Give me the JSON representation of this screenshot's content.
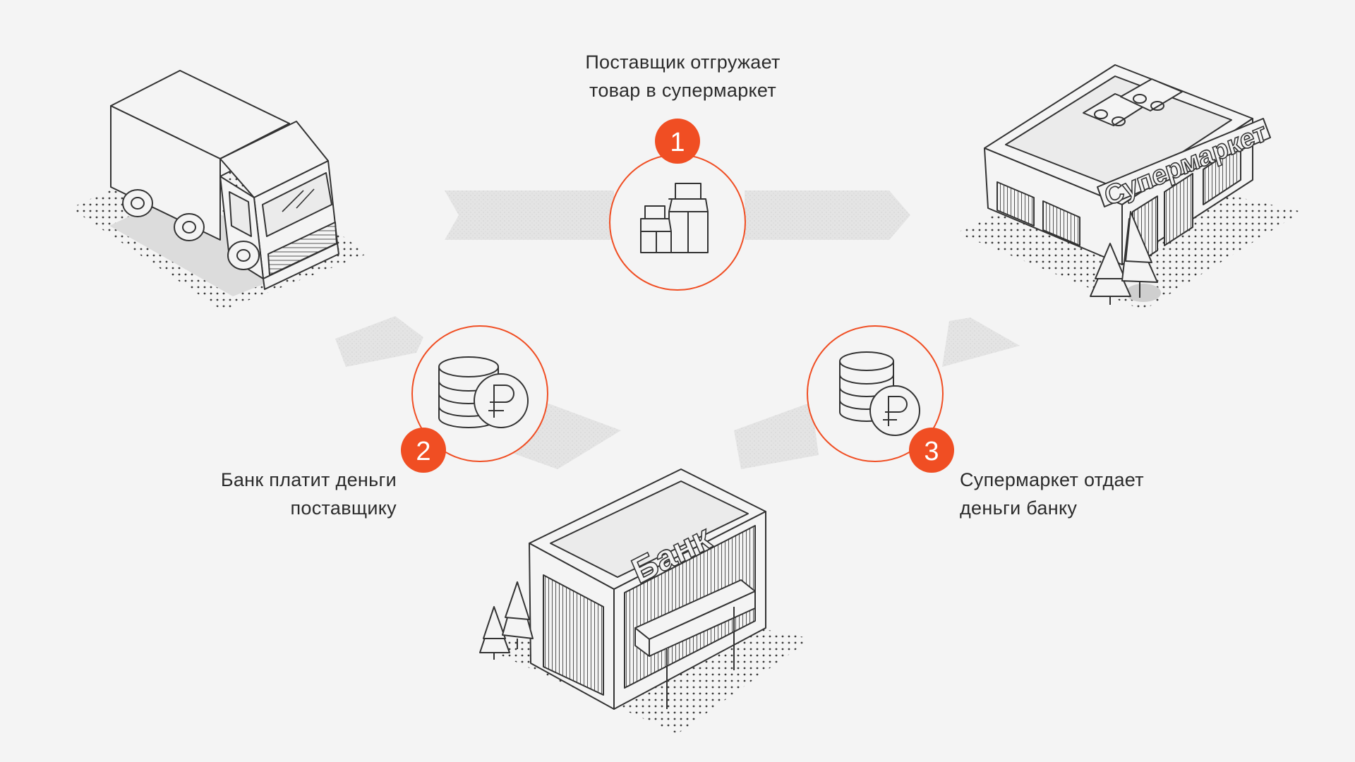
{
  "steps": [
    {
      "number": "1",
      "lines": [
        "Поставщик отгружает",
        "товар в супермаркет"
      ]
    },
    {
      "number": "2",
      "lines": [
        "Банк платит деньги",
        "поставщику"
      ]
    },
    {
      "number": "3",
      "lines": [
        "Супермаркет отдает",
        "деньги банку"
      ]
    }
  ],
  "signs": {
    "supermarket": "Супермаркет",
    "bank": "Банк"
  },
  "icons": {
    "goods": "milk-cartons-icon",
    "payment": "coins-ruble-icon"
  },
  "colors": {
    "accent": "#f04e23",
    "line": "#333333",
    "background": "#f4f4f4",
    "arrow": "#e2e2e2"
  }
}
